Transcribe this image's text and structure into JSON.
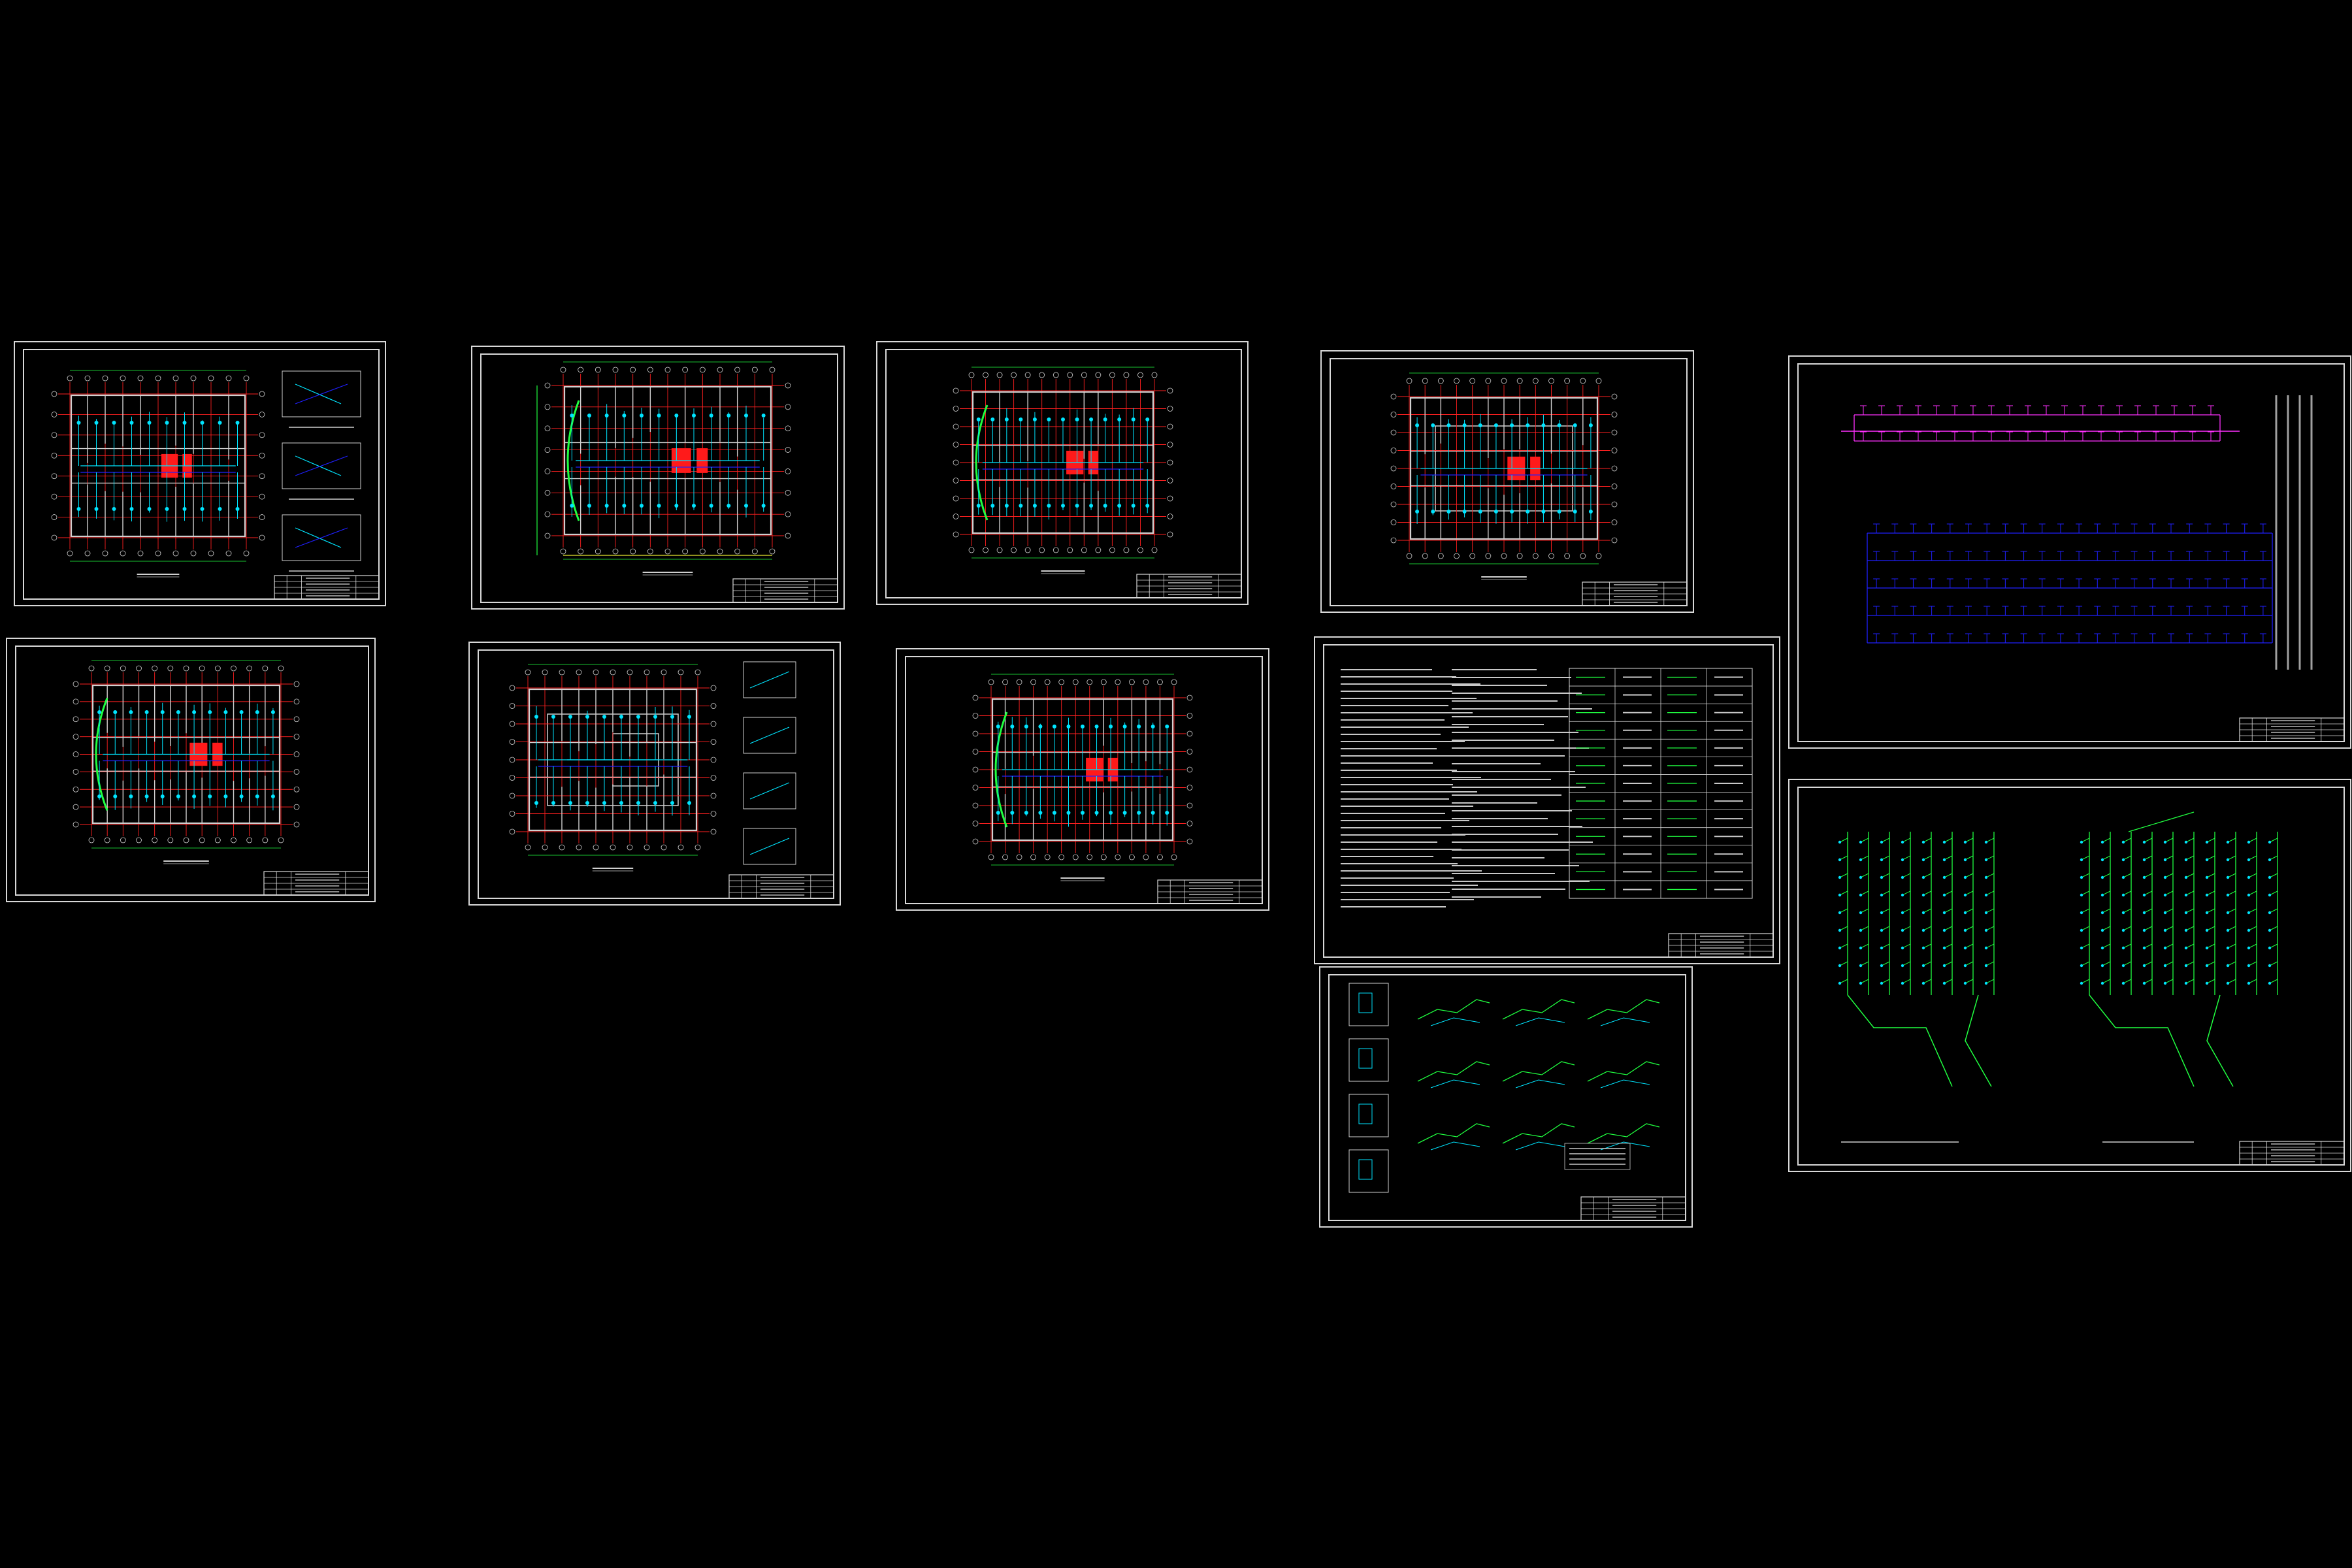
{
  "viewer": {
    "background": "#000000",
    "frame_color": "#d8d8d8",
    "colors": {
      "wall": "#d0d0d0",
      "grid": "#ff2020",
      "cyan": "#00e5ff",
      "blue": "#2020ff",
      "green": "#20ff40",
      "magenta": "#ff30ff",
      "yellow": "#e8e830",
      "red_fill": "#ff1a1a"
    }
  },
  "sheets": [
    {
      "kind": "plan_basement",
      "name": "sheet-basement-plan"
    },
    {
      "kind": "plan_first",
      "name": "sheet-first-floor-plan"
    },
    {
      "kind": "plan_standard_a",
      "name": "sheet-standard-floor-plan-a"
    },
    {
      "kind": "plan_roof",
      "name": "sheet-roof-plan"
    },
    {
      "kind": "system_blue",
      "name": "sheet-water-supply-system"
    },
    {
      "kind": "plan_second",
      "name": "sheet-second-floor-plan"
    },
    {
      "kind": "plan_top",
      "name": "sheet-top-plan-details"
    },
    {
      "kind": "plan_standard_b",
      "name": "sheet-standard-floor-plan-b"
    },
    {
      "kind": "notes",
      "name": "sheet-design-notes-legend"
    },
    {
      "kind": "details",
      "name": "sheet-detail-drawings"
    },
    {
      "kind": "system_green",
      "name": "sheet-drainage-system"
    }
  ]
}
